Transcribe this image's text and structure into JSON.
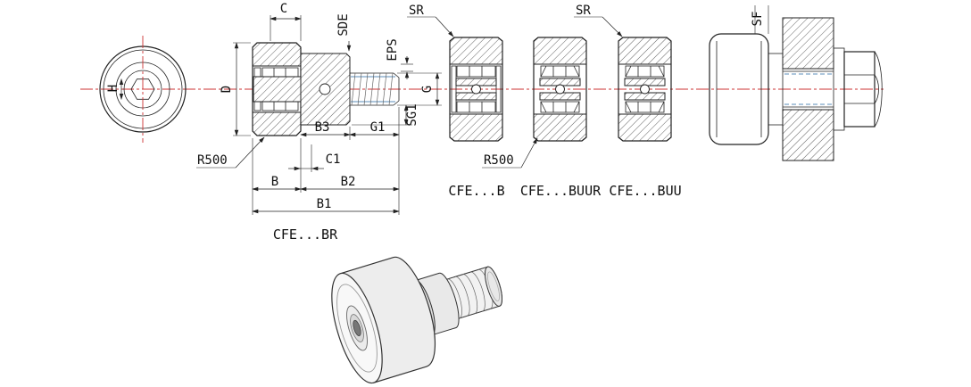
{
  "labels": {
    "c": "C",
    "sde": "SDE",
    "eps": "EPS",
    "h": "H",
    "d": "D",
    "g": "G",
    "sg1": "SG1",
    "b3": "B3",
    "g1": "G1",
    "c1": "C1",
    "b": "B",
    "b2": "B2",
    "b1": "B1",
    "r500_main": "R500",
    "r500_buur": "R500",
    "sr_b": "SR",
    "sr_buu": "SR",
    "sf": "SF"
  },
  "captions": {
    "main": "CFE...BR",
    "b": "CFE...B",
    "buur": "CFE...BUUR",
    "buu": "CFE...BUU"
  },
  "colors": {
    "line": "#222222",
    "centerline": "#cc3333",
    "thread": "#5b8db8",
    "hatch": "#3a3a3a",
    "background": "#ffffff"
  }
}
